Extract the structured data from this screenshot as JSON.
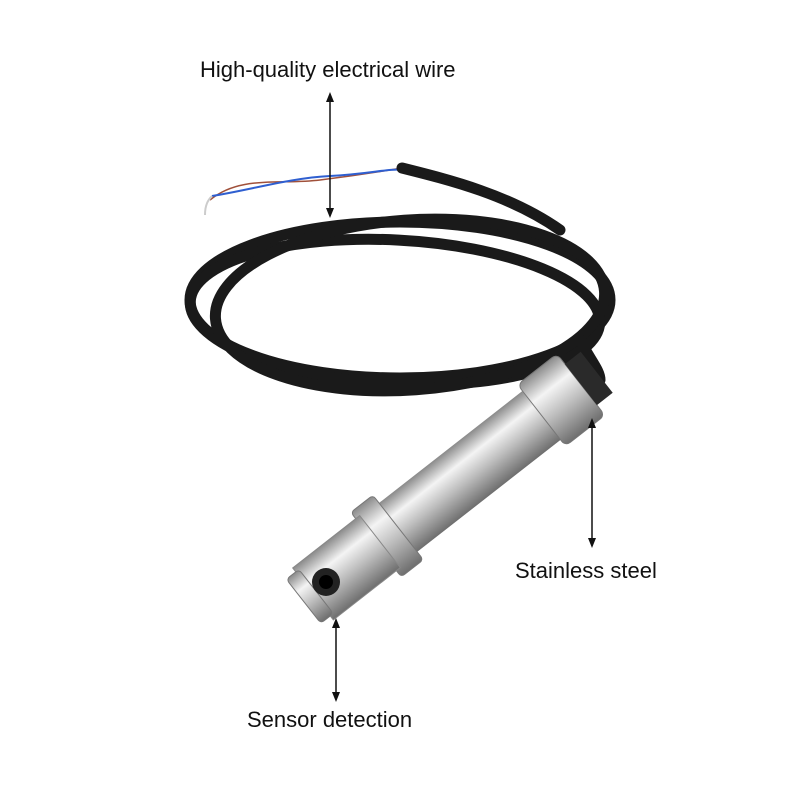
{
  "labels": {
    "wire": "High-quality electrical wire",
    "steel": "Stainless steel",
    "sensor": "Sensor detection"
  },
  "colors": {
    "cable": "#1a1a1a",
    "steel": "#c8c8c8",
    "wire_blue": "#2f5fd0",
    "wire_red": "#a0503a",
    "arrow": "#111111"
  }
}
